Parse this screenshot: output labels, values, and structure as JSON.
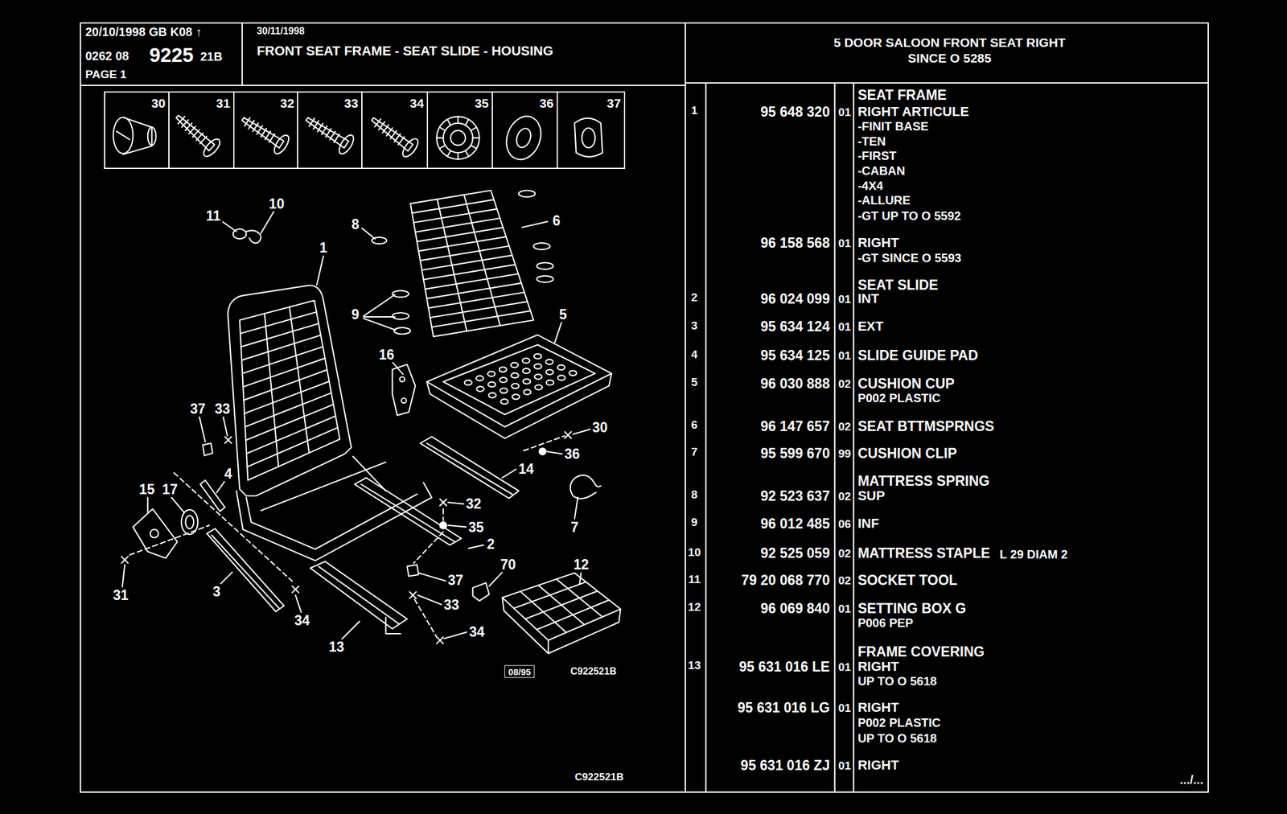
{
  "diagram": {
    "nodes": [
      {
        "text": [
          "20/10/1998 GB K08 ↑",
          "0262 08",
          "9225",
          "21B",
          "PAGE 1"
        ]
      },
      {
        "text": [
          "30/11/1998",
          "FRONT SEAT FRAME - SEAT SLIDE - HOUSING"
        ]
      },
      {
        "text": [
          "5 DOOR SALOON FRONT SEAT RIGHT",
          "SINCE O 5285"
        ]
      },
      {
        "text": [
          "30"
        ]
      },
      {
        "text": [
          "31"
        ]
      },
      {
        "text": [
          "32"
        ]
      },
      {
        "text": [
          "33"
        ]
      },
      {
        "text": [
          "34"
        ]
      },
      {
        "text": [
          "35"
        ]
      },
      {
        "text": [
          "36"
        ]
      },
      {
        "text": [
          "37"
        ]
      }
    ],
    "labels": [
      "SEAT FRAME",
      "1",
      "95 648 320",
      "01",
      "RIGHT ARTICULE",
      "-FINIT BASE",
      "-TEN",
      "-FIRST",
      "-CABAN",
      "-4X4",
      "-ALLURE",
      "-GT UP TO O 5592",
      "96 158 568",
      "01",
      "RIGHT",
      "-GT SINCE O 5593",
      "SEAT SLIDE",
      "2",
      "96 024 099",
      "01",
      "INT",
      "3",
      "95 634 124",
      "01",
      "EXT",
      "4",
      "95 634 125",
      "01",
      "SLIDE GUIDE PAD",
      "5",
      "96 030 888",
      "02",
      "CUSHION CUP",
      "P002 PLASTIC",
      "6",
      "96 147 657",
      "02",
      "SEAT BTTMSPRNGS",
      "7",
      "95 599 670",
      "99",
      "CUSHION CLIP",
      "MATTRESS SPRING",
      "8",
      "92 523 637",
      "02",
      "SUP",
      "9",
      "96 012 485",
      "06",
      "INF",
      "10",
      "92 525 059",
      "02",
      "MATTRESS STAPLE",
      "L 29 DIAM 2",
      "11",
      "79 20 068 770",
      "02",
      "SOCKET TOOL",
      "12",
      "96 069 840",
      "01",
      "SETTING BOX G",
      "P006 PEP",
      "FRAME COVERING",
      "13",
      "95 631 016 LE",
      "01",
      "RIGHT",
      "UP TO O 5618",
      "95 631 016 LG",
      "01",
      "RIGHT",
      "P002 PLASTIC",
      "UP TO O 5618",
      "95 631 016 ZJ",
      "01",
      "RIGHT",
      ".../...",
      "11",
      "10",
      "8",
      "1",
      "6",
      "9",
      "5",
      "16",
      "37",
      "33",
      "30",
      "36",
      "4",
      "15",
      "17",
      "14",
      "32",
      "7",
      "35",
      "2",
      "70",
      "12",
      "37",
      "33",
      "31",
      "3",
      "34",
      "34",
      "13",
      "08/95",
      "C922521B",
      "C922521B"
    ]
  }
}
